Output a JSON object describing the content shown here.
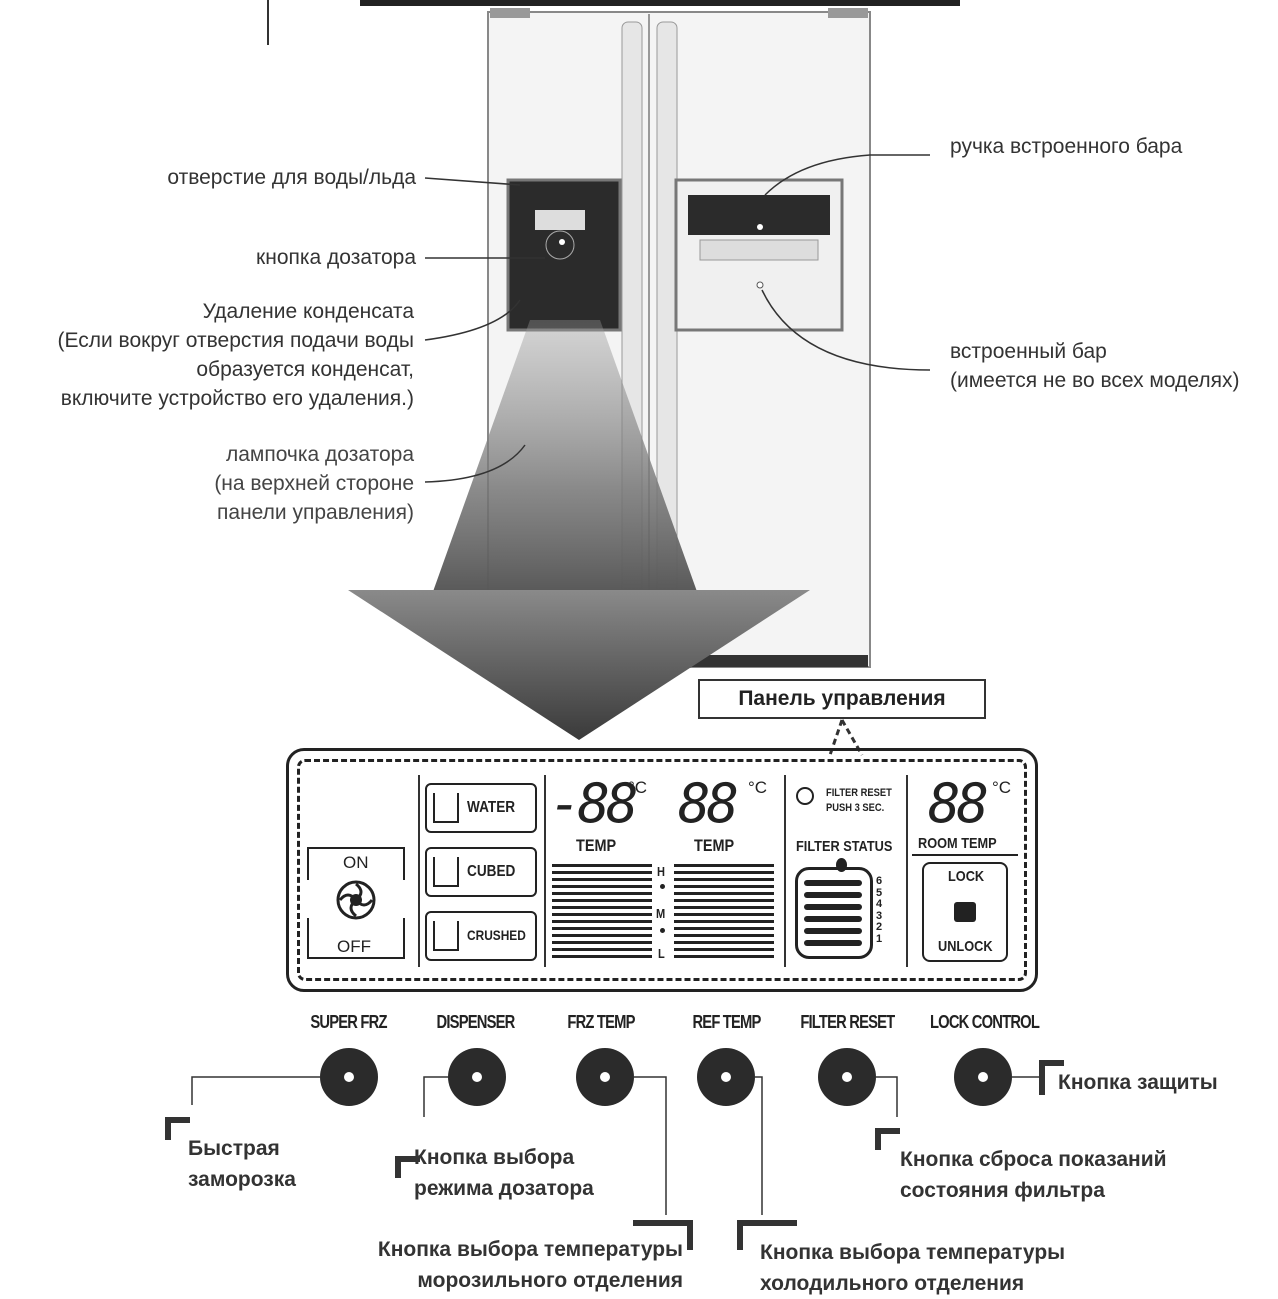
{
  "labels": {
    "water_ice_outlet": "отверстие для воды/льда",
    "dispenser_button": "кнопка дозатора",
    "condensation_removal": [
      "Удаление конденсата",
      "(Если вокруг отверстия подачи воды",
      "образуется конденсат,",
      "включите устройство его удаления.)"
    ],
    "dispenser_lamp": [
      "лампочка дозатора",
      "(на верхней стороне",
      "панели управления)"
    ],
    "home_bar_handle": "ручка встроенного бара",
    "home_bar": [
      "встроенный бар",
      "(имеется не во всех моделях)"
    ]
  },
  "panel": {
    "title": "Панель управления",
    "on": "ON",
    "off": "OFF",
    "water": "WATER",
    "cubed": "CUBED",
    "crushed": "CRUSHED",
    "display_frz": "-88",
    "display_ref": "88",
    "display_room": "88",
    "deg": "°C",
    "temp": "TEMP",
    "level_h": "H",
    "level_m": "M",
    "level_l": "L",
    "filter_reset": "FILTER RESET",
    "push3": "PUSH 3 SEC.",
    "filter_status": "FILTER STATUS",
    "filter_levels": [
      "6",
      "5",
      "4",
      "3",
      "2",
      "1"
    ],
    "room_temp": "ROOM TEMP",
    "lock": "LOCK",
    "unlock": "UNLOCK"
  },
  "buttons": {
    "super_frz": "SUPER FRZ",
    "dispenser": "DISPENSER",
    "frz_temp": "FRZ TEMP",
    "ref_temp": "REF TEMP",
    "filter_reset": "FILTER RESET",
    "lock_control": "LOCK CONTROL"
  },
  "captions": {
    "super_frz": [
      "Быстрая",
      "заморозка"
    ],
    "dispenser": [
      "Кнопка выбора",
      "режима дозатора"
    ],
    "frz_temp": [
      "Кнопка выбора температуры",
      "морозильного отделения"
    ],
    "ref_temp": [
      "Кнопка выбора температуры",
      "холодильного отделения"
    ],
    "filter_reset": [
      "Кнопка сброса показаний",
      "состояния фильтра"
    ],
    "lock": "Кнопка защиты"
  }
}
